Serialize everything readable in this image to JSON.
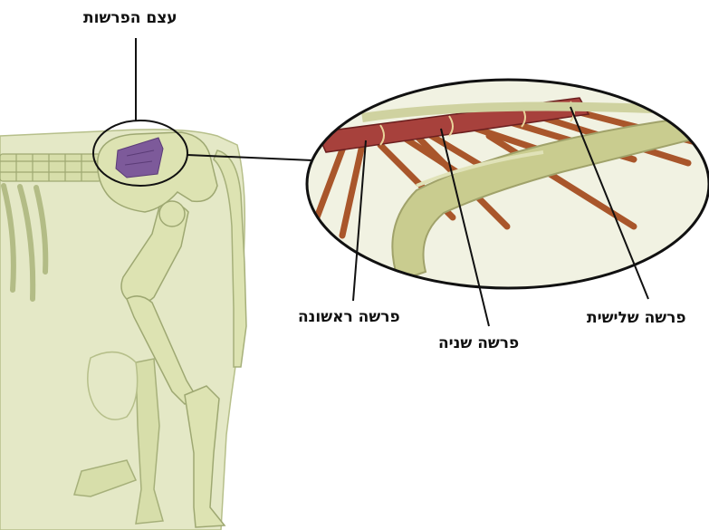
{
  "labels": {
    "sacrum": "עצם הפרשות",
    "first_vertebra": "פרשה ראשונה",
    "second_vertebra": "פרשה שניה",
    "third_vertebra": "פרשה שלישית"
  },
  "colors": {
    "bone": "#dde3b2",
    "bone_outline": "#a6b07a",
    "sacrum_highlight": "#7d5a9a",
    "vertebra_red": "#a7413c",
    "rib_brown": "#a9562b",
    "leader_line": "#111111",
    "background": "#ffffff"
  }
}
